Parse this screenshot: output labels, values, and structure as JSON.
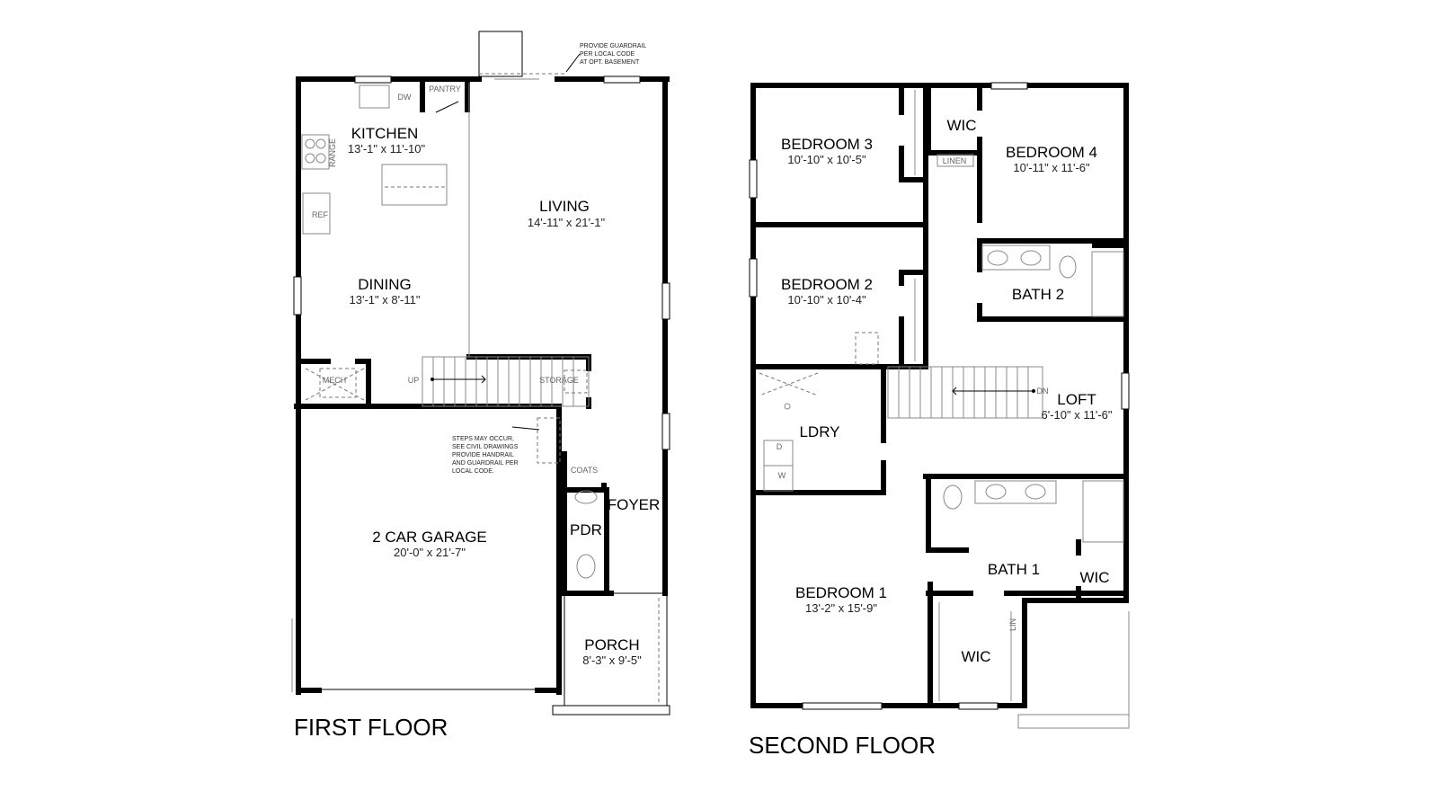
{
  "first_floor": {
    "title": "FIRST FLOOR",
    "rooms": [
      {
        "name": "KITCHEN",
        "dims": "13'-1\" x 11'-10\""
      },
      {
        "name": "LIVING",
        "dims": "14'-11\" x 21'-1\""
      },
      {
        "name": "DINING",
        "dims": "13'-1\" x 8'-11\""
      },
      {
        "name": "2 CAR GARAGE",
        "dims": "20'-0\" x 21'-7\""
      },
      {
        "name": "PORCH",
        "dims": "8'-3\" x 9'-5\""
      },
      {
        "name": "FOYER",
        "dims": ""
      },
      {
        "name": "PDR",
        "dims": ""
      }
    ],
    "fixtures": {
      "pantry": "PANTRY",
      "dw": "DW",
      "range": "RANGE",
      "ref": "REF",
      "mech": "MECH",
      "up": "UP",
      "storage": "STORAGE",
      "coats": "COATS"
    },
    "notes": {
      "guardrail": [
        "PROVIDE GUARDRAIL",
        "PER LOCAL CODE",
        "AT OPT. BASEMENT"
      ],
      "steps": [
        "STEPS MAY OCCUR,",
        "SEE CIVIL DRAWINGS",
        "PROVIDE HANDRAIL",
        "AND GUARDRAIL PER",
        "LOCAL CODE."
      ]
    }
  },
  "second_floor": {
    "title": "SECOND FLOOR",
    "rooms": [
      {
        "name": "BEDROOM 3",
        "dims": "10'-10\" x 10'-5\""
      },
      {
        "name": "BEDROOM 4",
        "dims": "10'-11\" x 11'-6\""
      },
      {
        "name": "BEDROOM 2",
        "dims": "10'-10\" x 10'-4\""
      },
      {
        "name": "BATH 2",
        "dims": ""
      },
      {
        "name": "LOFT",
        "dims": "6'-10\" x 11'-6\""
      },
      {
        "name": "LDRY",
        "dims": ""
      },
      {
        "name": "BEDROOM 1",
        "dims": "13'-2\" x 15'-9\""
      },
      {
        "name": "BATH 1",
        "dims": ""
      },
      {
        "name": "WIC",
        "dims": ""
      },
      {
        "name": "WIC",
        "dims": ""
      },
      {
        "name": "WIC",
        "dims": ""
      }
    ],
    "fixtures": {
      "linen": "LINEN",
      "lin": "LIN",
      "dryer": "D",
      "washer": "W",
      "dn": "DN"
    }
  }
}
